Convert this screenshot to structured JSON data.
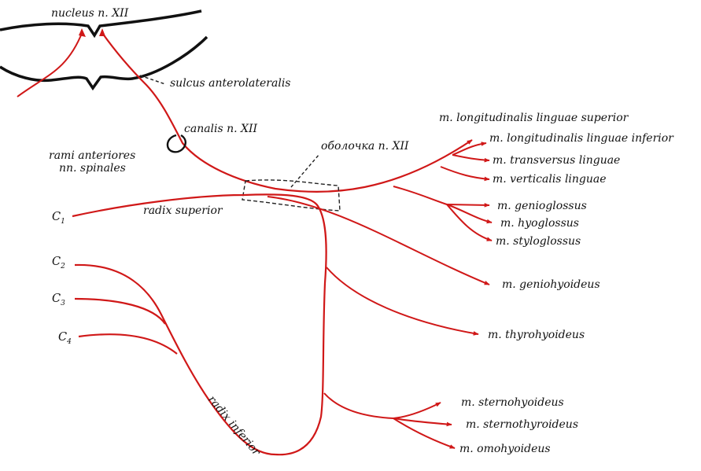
{
  "colors": {
    "nerve": "#d01818",
    "outline": "#111111",
    "dash": "#222222",
    "text": "#111111"
  },
  "labels": {
    "nucleus": "nucleus n. XII",
    "sulcus": "sulcus anterolateralis",
    "canalis": "canalis n. XII",
    "sheath": "оболочка n. XII",
    "rami_line1": "rami anteriores",
    "rami_line2": "nn. spinales",
    "radix_superior": "radix superior",
    "radix_inferior": "radix inferior"
  },
  "spinal_nerves": [
    {
      "base": "C",
      "sub": "1"
    },
    {
      "base": "C",
      "sub": "2"
    },
    {
      "base": "C",
      "sub": "3"
    },
    {
      "base": "C",
      "sub": "4"
    }
  ],
  "muscles": {
    "longitudinalis_superior": "m. longitudinalis linguae superior",
    "longitudinalis_inferior": "m. longitudinalis linguae inferior",
    "transversus": "m. transversus linguae",
    "verticalis": "m. verticalis linguae",
    "genioglossus": "m. genioglossus",
    "hyoglossus": "m. hyoglossus",
    "styloglossus": "m. styloglossus",
    "geniohyoideus": "m. geniohyoideus",
    "thyrohyoideus": "m.  thyrohyoideus",
    "sternohyoideus": "m. sternohyoideus",
    "sternothyroideus": "m. sternothyroideus",
    "omohyoideus": "m. omohyoideus"
  }
}
